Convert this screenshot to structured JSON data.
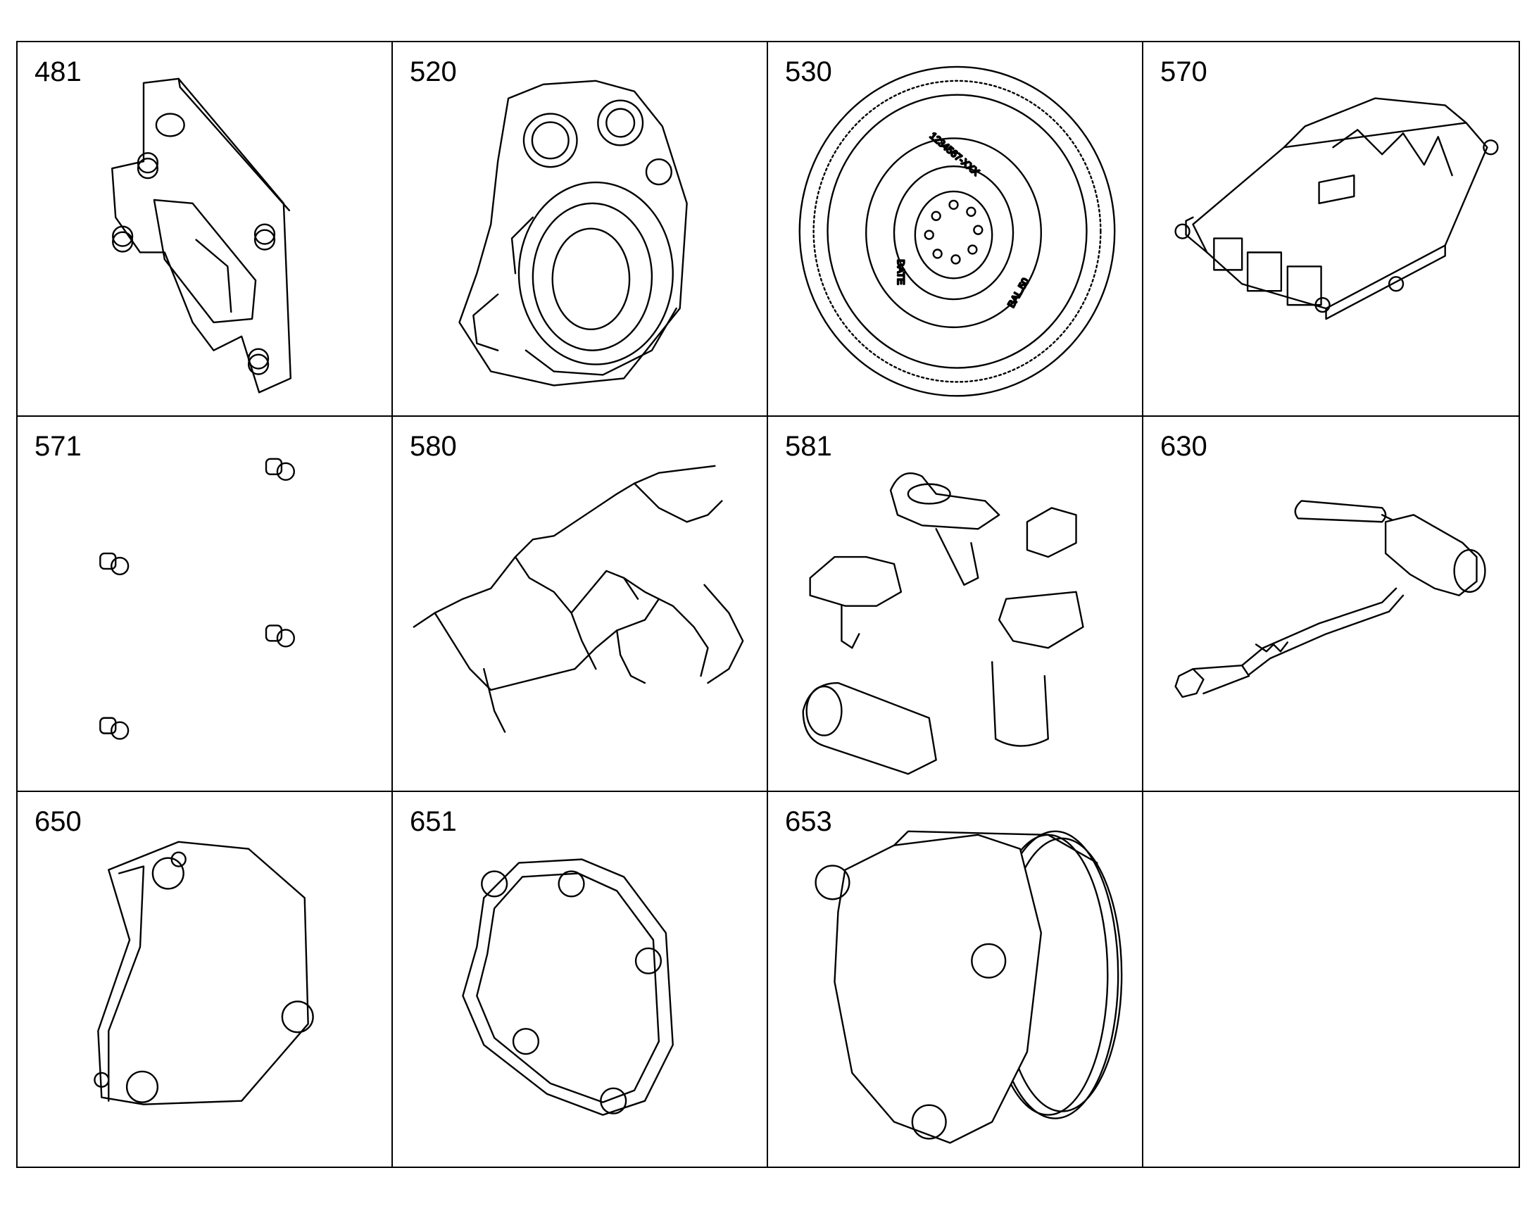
{
  "parts": [
    {
      "number": "481",
      "icon": "mounting-bracket-icon"
    },
    {
      "number": "520",
      "icon": "flywheel-housing-icon"
    },
    {
      "number": "530",
      "icon": "flywheel-icon"
    },
    {
      "number": "570",
      "icon": "control-unit-icon"
    },
    {
      "number": "571",
      "icon": "screws-icon"
    },
    {
      "number": "580",
      "icon": "wiring-harness-icon"
    },
    {
      "number": "581",
      "icon": "sensors-icon"
    },
    {
      "number": "630",
      "icon": "heater-element-icon"
    },
    {
      "number": "650",
      "icon": "cover-plate-icon"
    },
    {
      "number": "651",
      "icon": "cover-gasket-icon"
    },
    {
      "number": "653",
      "icon": "pump-cover-icon"
    },
    {
      "number": "",
      "icon": ""
    }
  ],
  "flywheel_marking": {
    "part_text": "1234567-XXX",
    "date_text": "DATE",
    "scale_text": "BAL.50"
  }
}
